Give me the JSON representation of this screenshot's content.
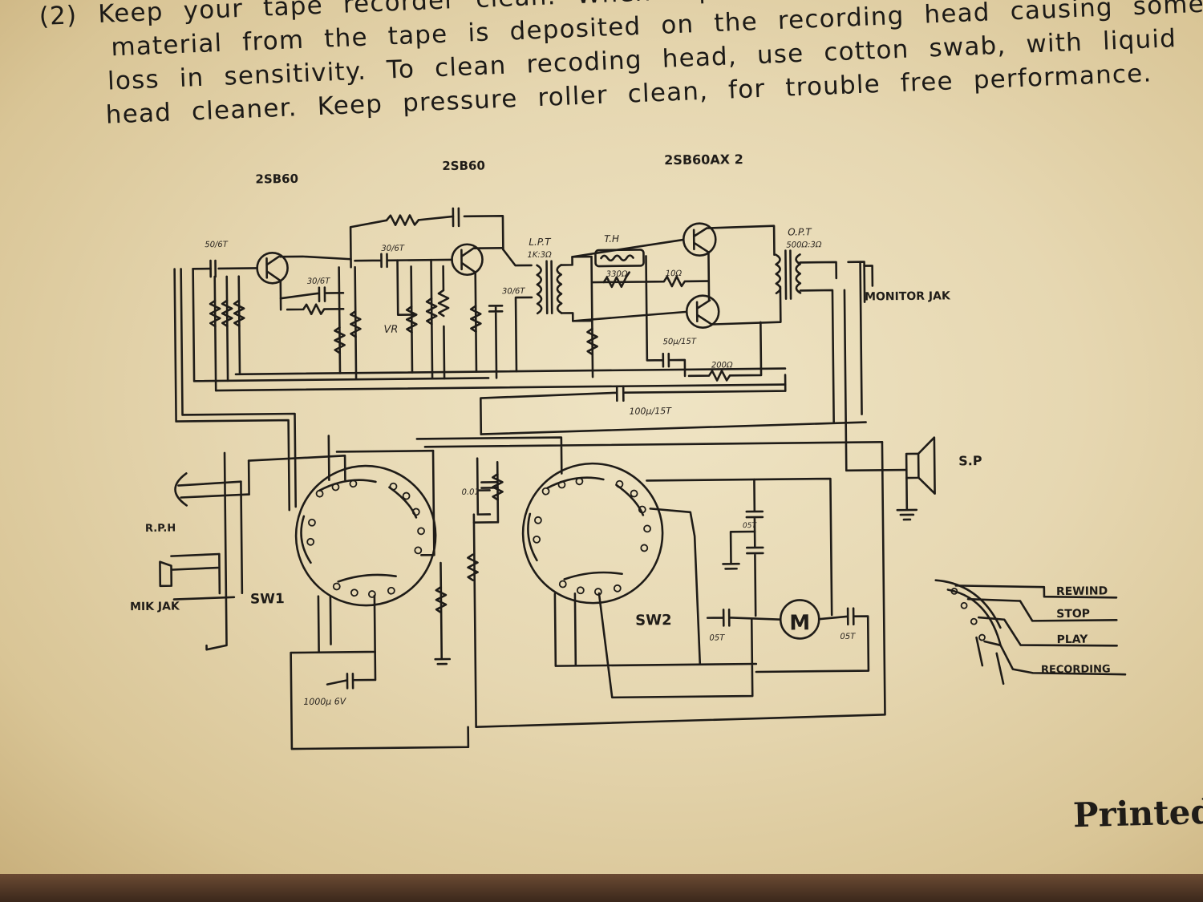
{
  "paragraph": {
    "number": "(2)",
    "lines": [
      "Keep your tape recorder clean. When tape recorder has been used, some",
      "material from the tape is deposited on the recording head causing some",
      "loss in sensitivity. To clean recoding head, use cotton swab, with liquid",
      "head cleaner. Keep pressure roller clean, for trouble free performance."
    ]
  },
  "schematic": {
    "transistor_labels": [
      "2SB60",
      "2SB60",
      "2SB60AX 2"
    ],
    "component_labels": {
      "lpt": "L.P.T",
      "lpt_value": "1K:3Ω",
      "th": "T.H",
      "opt": "O.P.T",
      "opt_value": "500Ω:3Ω",
      "vr": "VR",
      "c_50_6t": "50/6T",
      "c_30_6t": "30/6T",
      "c_50u_15t": "50μ/15T",
      "c_100_15t": "100μ/15T",
      "r_200": "200Ω",
      "r_330": "330Ω",
      "r_10": "10Ω",
      "c_001": "0.01",
      "c_1000_6v": "1000μ 6V",
      "c_05t": "05T"
    },
    "jacks": {
      "monitor": "MONITOR JAK",
      "rph": "R.P.H",
      "mic": "MIK JAK",
      "speaker": "S.P"
    },
    "switches": [
      "SW1",
      "SW2"
    ],
    "motor": "M",
    "modes": [
      "REWIND",
      "STOP",
      "PLAY",
      "RECORDING"
    ]
  },
  "footer": {
    "printed": "Printed"
  }
}
